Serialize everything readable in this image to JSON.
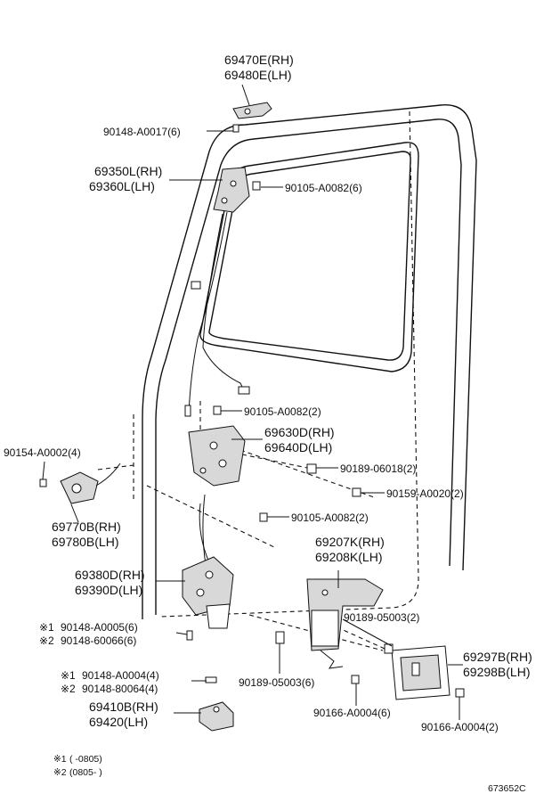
{
  "diagram_code": "673652C",
  "footnotes": {
    "note1_mark": "※1",
    "note1_text": "(      -0805)",
    "note2_mark": "※2",
    "note2_text": "(0805-      )"
  },
  "parts": {
    "outside_handle_cover": {
      "line1": "69470E(RH)",
      "line2": "69480E(LH)"
    },
    "screw_top": {
      "number": "90148-A0017(6)"
    },
    "upper_lock_assy": {
      "line1": "69350L(RH)",
      "line2": "69360L(LH)"
    },
    "bolt_upper": {
      "number": "90105-A0082(6)"
    },
    "bolt_mid1": {
      "number": "90105-A0082(2)"
    },
    "lock_control": {
      "line1": "69630D(RH)",
      "line2": "69640D(LH)"
    },
    "clip_a": {
      "number": "90189-06018(2)"
    },
    "screw_b": {
      "number": "90154-A0002(4)"
    },
    "nut_a": {
      "number": "90159-A0020(2)"
    },
    "remote_handle": {
      "line1": "69770B(RH)",
      "line2": "69780B(LH)"
    },
    "bolt_mid2": {
      "number": "90105-A0082(2)"
    },
    "inside_handle_assy": {
      "line1": "69207K(RH)",
      "line2": "69208K(LH)"
    },
    "lower_lock_assy": {
      "line1": "69380D(RH)",
      "line2": "69390D(LH)"
    },
    "clip_b": {
      "number": "90189-05003(2)"
    },
    "screw_note1": {
      "mark": "※1",
      "number": "90148-A0005(6)"
    },
    "screw_note2": {
      "mark": "※2",
      "number": "90148-60066(6)"
    },
    "bezel": {
      "line1": "69297B(RH)",
      "line2": "69298B(LH)"
    },
    "clip_c": {
      "number": "90189-05003(6)"
    },
    "screw_c": {
      "number": "90166-A0004(6)"
    },
    "screw_d": {
      "number": "90166-A0004(2)"
    },
    "screw_note3": {
      "mark": "※1",
      "number": "90148-A0004(4)"
    },
    "screw_note4": {
      "mark": "※2",
      "number": "90148-80064(4)"
    },
    "striker": {
      "line1": "69410B(RH)",
      "line2": "69420(LH)"
    }
  }
}
